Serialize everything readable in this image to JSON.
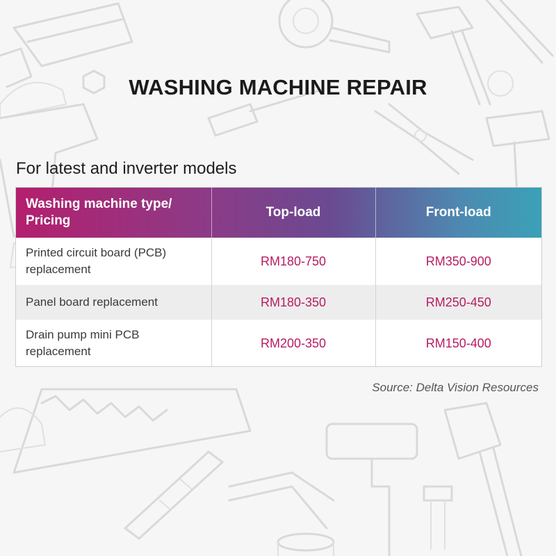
{
  "title": "WASHING MACHINE REPAIR",
  "subtitle": "For latest and inverter models",
  "table": {
    "headers": {
      "type": "Washing machine type/ Pricing",
      "top_load": "Top-load",
      "front_load": "Front-load"
    },
    "rows": [
      {
        "item": "Printed circuit board (PCB) replacement",
        "top_load": "RM180-750",
        "front_load": "RM350-900"
      },
      {
        "item": "Panel board replacement",
        "top_load": "RM180-350",
        "front_load": "RM250-450"
      },
      {
        "item": "Drain pump mini PCB replacement",
        "top_load": "RM200-350",
        "front_load": "RM150-400"
      }
    ]
  },
  "source": "Source: Delta Vision Resources",
  "colors": {
    "header_gradient_start": "#b31f6e",
    "header_gradient_end": "#3aa1b8",
    "price_text": "#b71c62",
    "title_text": "#1b1b1b"
  },
  "background_icons": [
    "hacksaw-icon",
    "tape-measure-icon",
    "hammer-icon",
    "wrench-icon",
    "drill-icon",
    "pliers-icon",
    "hand-saw-icon",
    "paint-roller-icon",
    "paintbrush-icon",
    "bolt-icon",
    "nut-icon",
    "hard-hat-icon",
    "folding-ruler-icon",
    "paint-can-icon",
    "screwdriver-icon"
  ]
}
